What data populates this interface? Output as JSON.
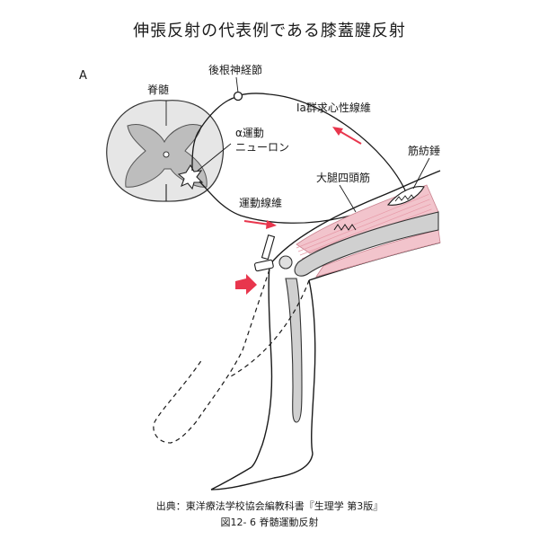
{
  "title": "伸張反射の代表例である膝蓋腱反射",
  "labels": {
    "panel": "A",
    "spinal_cord": "脊髄",
    "dorsal_root_ganglion": "後根神経節",
    "alpha_motor_neuron_line1": "α運動",
    "alpha_motor_neuron_line2": "ニューロン",
    "ia_afferent": "Ⅰa群求心性線維",
    "muscle_spindle": "筋紡錘",
    "quadriceps": "大腿四頭筋",
    "motor_fiber": "運動線維"
  },
  "caption": {
    "source": "出典：東洋療法学校協会編教科書『生理学 第3版』",
    "figure": "図12- 6 脊髄運動反射"
  },
  "colors": {
    "gray_matter": "#bdbdbd",
    "white_matter": "#e6e6e6",
    "muscle": "#f2c4cc",
    "muscle_stripe": "#e79aa8",
    "bone": "#d0d0d0",
    "arrow": "#e8364d"
  }
}
